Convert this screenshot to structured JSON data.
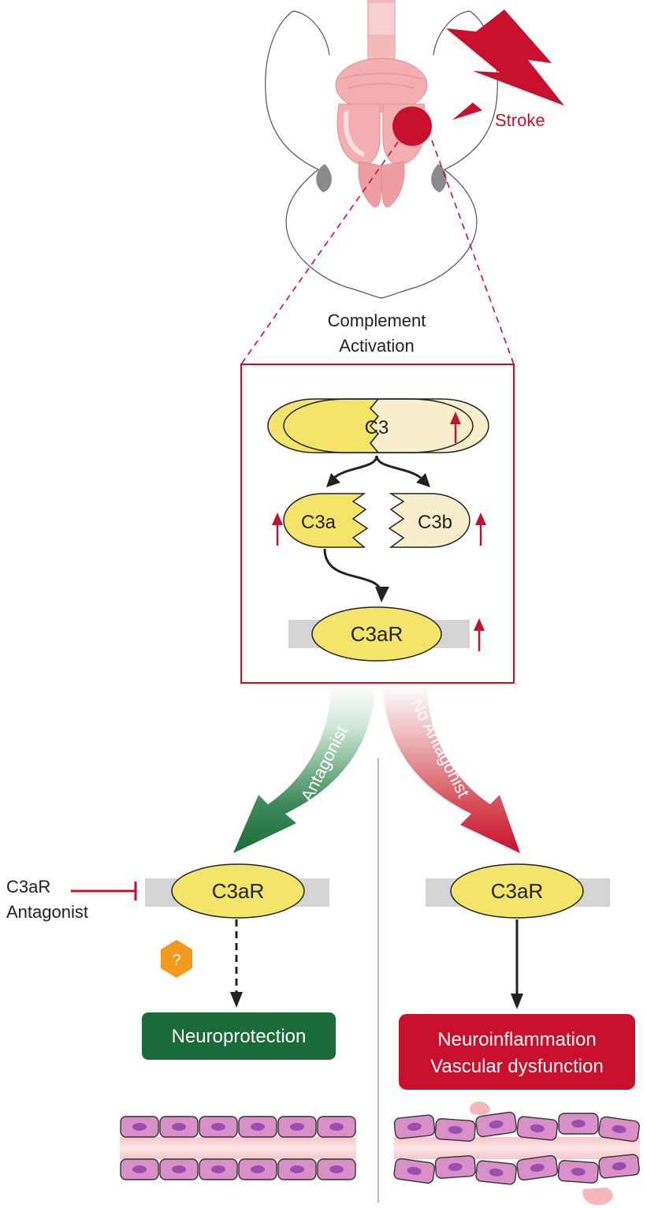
{
  "stroke_label": "Stroke",
  "complement_activation": [
    "Complement",
    "Activation"
  ],
  "molecules": {
    "c3": "C3",
    "c3a": "C3a",
    "c3b": "C3b",
    "c3ar": "C3aR"
  },
  "branches": {
    "left_arrow_label": "Antagonist",
    "right_arrow_label": "No Antagonist"
  },
  "antagonist_label": [
    "C3aR",
    "Antagonist"
  ],
  "unknown_mechanism_symbol": "?",
  "outcomes": {
    "left": [
      "Neuroprotection"
    ],
    "right": [
      "Neuroinflammation",
      "Vascular dysfunction"
    ]
  },
  "icons": [
    "lightning-bolt-icon",
    "up-arrow-icon",
    "inhibition-bar-icon",
    "question-hexagon-icon"
  ],
  "colors": {
    "stroke_red": "#c8102e",
    "protection_green": "#1b6b3a",
    "molecule_yellow": "#f4e46a",
    "molecule_cream": "#f7efcc",
    "brain_pink": "#f2aeb0",
    "cell_pink": "#d98fc7",
    "nucleus_purple": "#9a4fb0",
    "question_orange": "#f39a1e",
    "membrane_gray": "#d4d4d4"
  }
}
